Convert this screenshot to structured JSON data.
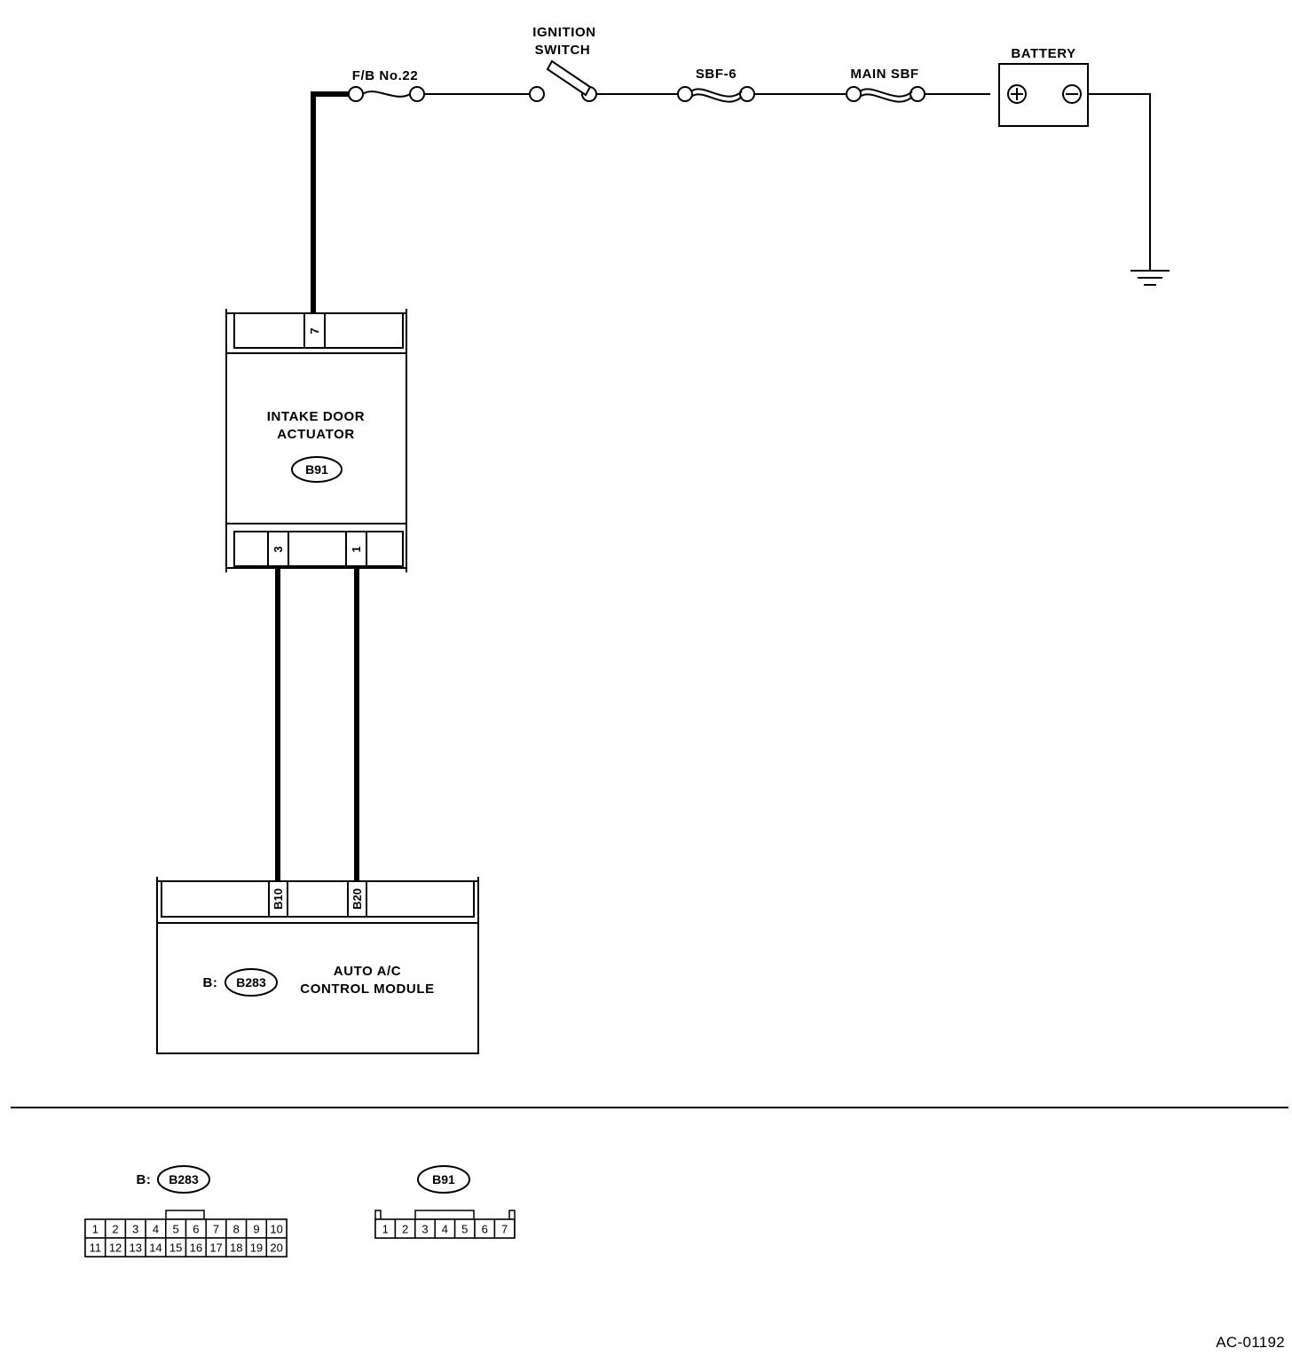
{
  "power_chain": {
    "fuse_fb": "F/B No.22",
    "ignition_line1": "IGNITION",
    "ignition_line2": "SWITCH",
    "sbf6": "SBF-6",
    "main_sbf": "MAIN SBF",
    "battery": "BATTERY"
  },
  "actuator": {
    "name_line1": "INTAKE DOOR",
    "name_line2": "ACTUATOR",
    "code": "B91",
    "top_pin": "7",
    "bottom_pins": [
      "3",
      "1"
    ]
  },
  "module": {
    "prefix": "B:",
    "code": "B283",
    "name_line1": "AUTO A/C",
    "name_line2": "CONTROL MODULE",
    "pins": [
      "B10",
      "B20"
    ]
  },
  "connectors": {
    "b283": {
      "prefix": "B:",
      "code": "B283",
      "row1": [
        "1",
        "2",
        "3",
        "4",
        "5",
        "6",
        "7",
        "8",
        "9",
        "10"
      ],
      "row2": [
        "11",
        "12",
        "13",
        "14",
        "15",
        "16",
        "17",
        "18",
        "19",
        "20"
      ]
    },
    "b91": {
      "code": "B91",
      "cells": [
        "1",
        "2",
        "3",
        "4",
        "5",
        "6",
        "7"
      ]
    }
  },
  "diagram_id": "AC-01192"
}
